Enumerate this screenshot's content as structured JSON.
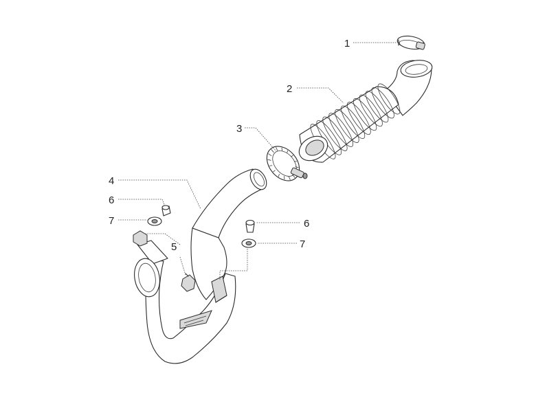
{
  "callouts": {
    "c1": "1",
    "c2": "2",
    "c3": "3",
    "c4": "4",
    "c5": "5",
    "c6a": "6",
    "c6b": "6",
    "c7a": "7",
    "c7b": "7"
  }
}
